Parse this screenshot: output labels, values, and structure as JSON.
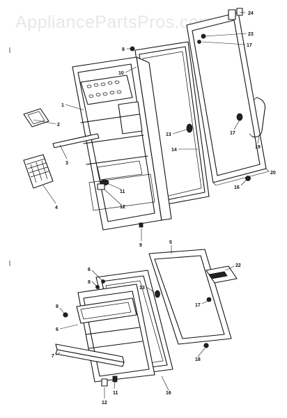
{
  "watermark": "AppliancePartsPros.com",
  "callouts": {
    "c24": "24",
    "c23": "23",
    "c17a": "17",
    "c8a": "8",
    "c10": "10",
    "c1": "1",
    "c2": "2",
    "c3": "3",
    "c4": "4",
    "c13a": "13",
    "c14": "14",
    "c11": "11",
    "c12a": "12",
    "c17b": "17",
    "c19": "19",
    "c20": "20",
    "c16a": "16",
    "c9": "9",
    "c5": "5",
    "c6": "6",
    "c8b": "8",
    "c22": "22",
    "c13b": "13",
    "c17c": "17",
    "c8c": "8",
    "c6b": "6",
    "c7": "7",
    "c16b": "16",
    "c18": "18",
    "c12b": "12",
    "c11b": "11"
  }
}
